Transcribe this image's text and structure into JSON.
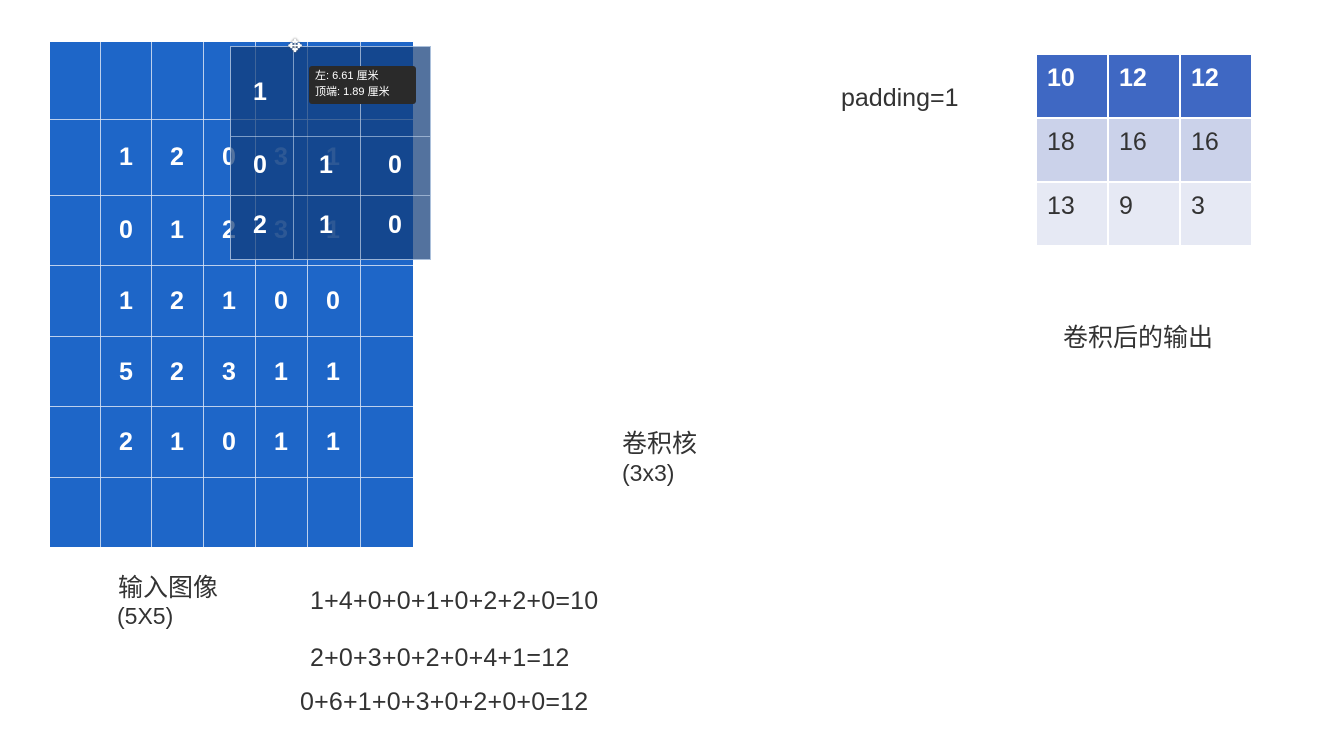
{
  "input": {
    "label": "输入图像",
    "size_label": "(5X5)",
    "rows": [
      [
        "1",
        "2",
        "0",
        "3",
        "1"
      ],
      [
        "0",
        "1",
        "2",
        "3",
        "1"
      ],
      [
        "1",
        "2",
        "1",
        "0",
        "0"
      ],
      [
        "5",
        "2",
        "3",
        "1",
        "1"
      ],
      [
        "2",
        "1",
        "0",
        "1",
        "1"
      ]
    ]
  },
  "kernel": {
    "label": "卷积核",
    "size_label": "(3x3)",
    "rows": [
      [
        "1",
        "",
        ""
      ],
      [
        "0",
        "1",
        "0"
      ],
      [
        "2",
        "1",
        "0"
      ]
    ],
    "tooltip_line1": "左: 6.61 厘米",
    "tooltip_line2": "顶端: 1.89 厘米",
    "handle_icon": "move-cursor-icon"
  },
  "padding_label": "padding=1",
  "output": {
    "label": "卷积后的输出",
    "rows": [
      [
        "10",
        "12",
        "12"
      ],
      [
        "18",
        "16",
        "16"
      ],
      [
        "13",
        "9",
        "3"
      ]
    ]
  },
  "formulas": [
    "1+4+0+0+1+0+2+2+0=10",
    "2+0+3+0+2+0+4+1=12",
    "0+6+1+0+3+0+2+0+0=12"
  ],
  "colors": {
    "input_blue": "#1e66c8",
    "output_header": "#3f68c3",
    "output_row1": "#cbd2ea",
    "output_row2": "#e6e9f4"
  }
}
